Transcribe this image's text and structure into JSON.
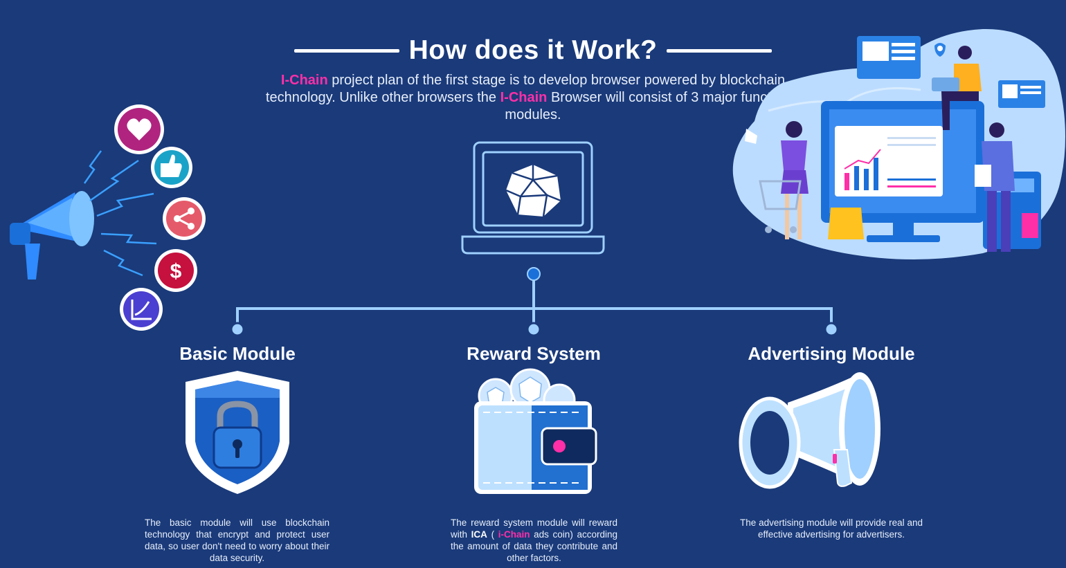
{
  "header": {
    "title": "How does it Work?",
    "intro_brand_1": "I-Chain",
    "intro_part_1": " project plan of the first stage is to develop browser powered by blockchain technology. Unlike other browsers the ",
    "intro_brand_2": "I-Chain",
    "intro_part_2": " Browser will consist of 3 major functional modules."
  },
  "modules": [
    {
      "title": "Basic Module",
      "description": "The basic module will use blockchain technology that encrypt and protect user data, so user don't need to worry about their data security."
    },
    {
      "title": "Reward System",
      "desc_part_1": "The reward system module will reward with ",
      "desc_bold": "ICA",
      "desc_part_2": " ( ",
      "desc_brand": "i-Chain",
      "desc_part_3": " ads coin) according the amount of data they contribute and other factors."
    },
    {
      "title": "Advertising Module",
      "description": "The advertising module will provide real and effective advertising for advertisers."
    }
  ],
  "social_icons": [
    "heart-icon",
    "thumbs-up-icon",
    "share-icon",
    "dollar-icon",
    "growth-chart-icon"
  ],
  "social_dollar_symbol": "$",
  "colors": {
    "background": "#1a3a7a",
    "accent_pink": "#ff2fa8",
    "line_light_blue": "#9fd0ff",
    "node_blue": "#1a6fd8"
  }
}
